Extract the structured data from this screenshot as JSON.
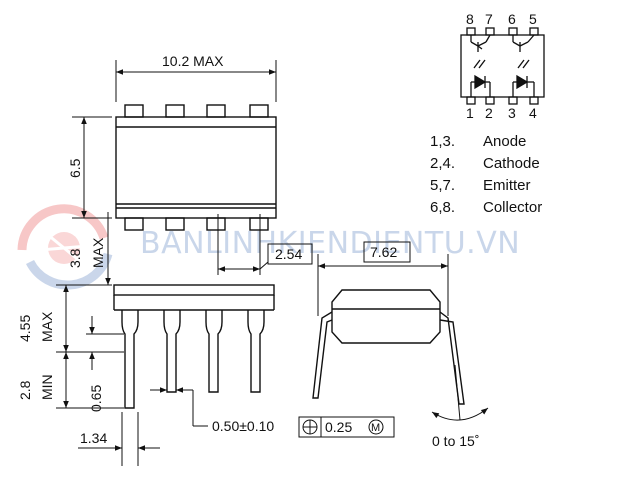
{
  "watermark": {
    "text": "BANLINHKIENDIENTU.VN"
  },
  "top_view": {
    "width_label": "10.2 MAX",
    "height_label": "6.5"
  },
  "side_view": {
    "body_height_label_value": "3.8",
    "body_height_label_suffix": "MAX",
    "pitch_label": "2.54",
    "standoff_value": "4.55",
    "standoff_suffix": "MAX",
    "lead_length_value": "2.8",
    "lead_length_suffix": "MIN",
    "seat_label": "0.65",
    "lead_width_label": "0.50±0.10",
    "tolerance_value": "0.25",
    "tolerance_modifier": "M",
    "lead_offset_label": "1.34"
  },
  "end_view": {
    "row_spacing_label": "7.62",
    "angle_label": "0 to 15˚"
  },
  "schematic": {
    "top_pins": [
      "8",
      "7",
      "6",
      "5"
    ],
    "bottom_pins": [
      "1",
      "2",
      "3",
      "4"
    ]
  },
  "pin_legend": [
    {
      "pins": "1,3.",
      "name": "Anode"
    },
    {
      "pins": "2,4.",
      "name": "Cathode"
    },
    {
      "pins": "5,7.",
      "name": "Emitter"
    },
    {
      "pins": "6,8.",
      "name": "Collector"
    }
  ]
}
